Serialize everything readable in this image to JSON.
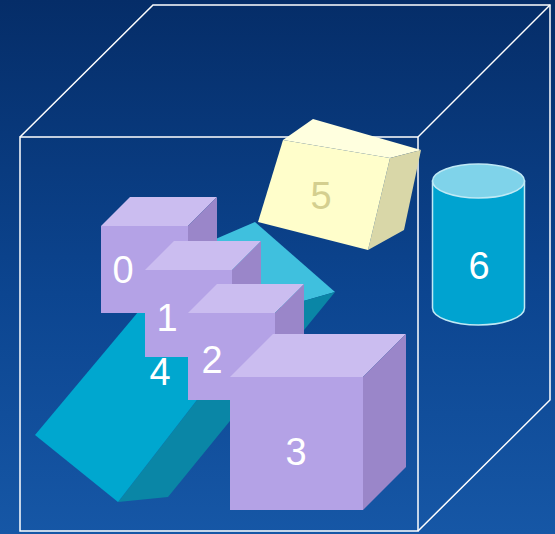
{
  "diagram": {
    "nodes": [
      {
        "text": [
          "0"
        ]
      },
      {
        "text": [
          "1"
        ]
      },
      {
        "text": [
          "2"
        ]
      },
      {
        "text": [
          "3"
        ]
      },
      {
        "text": [
          "4"
        ]
      },
      {
        "text": [
          "5"
        ]
      },
      {
        "text": [
          "6"
        ]
      }
    ]
  }
}
